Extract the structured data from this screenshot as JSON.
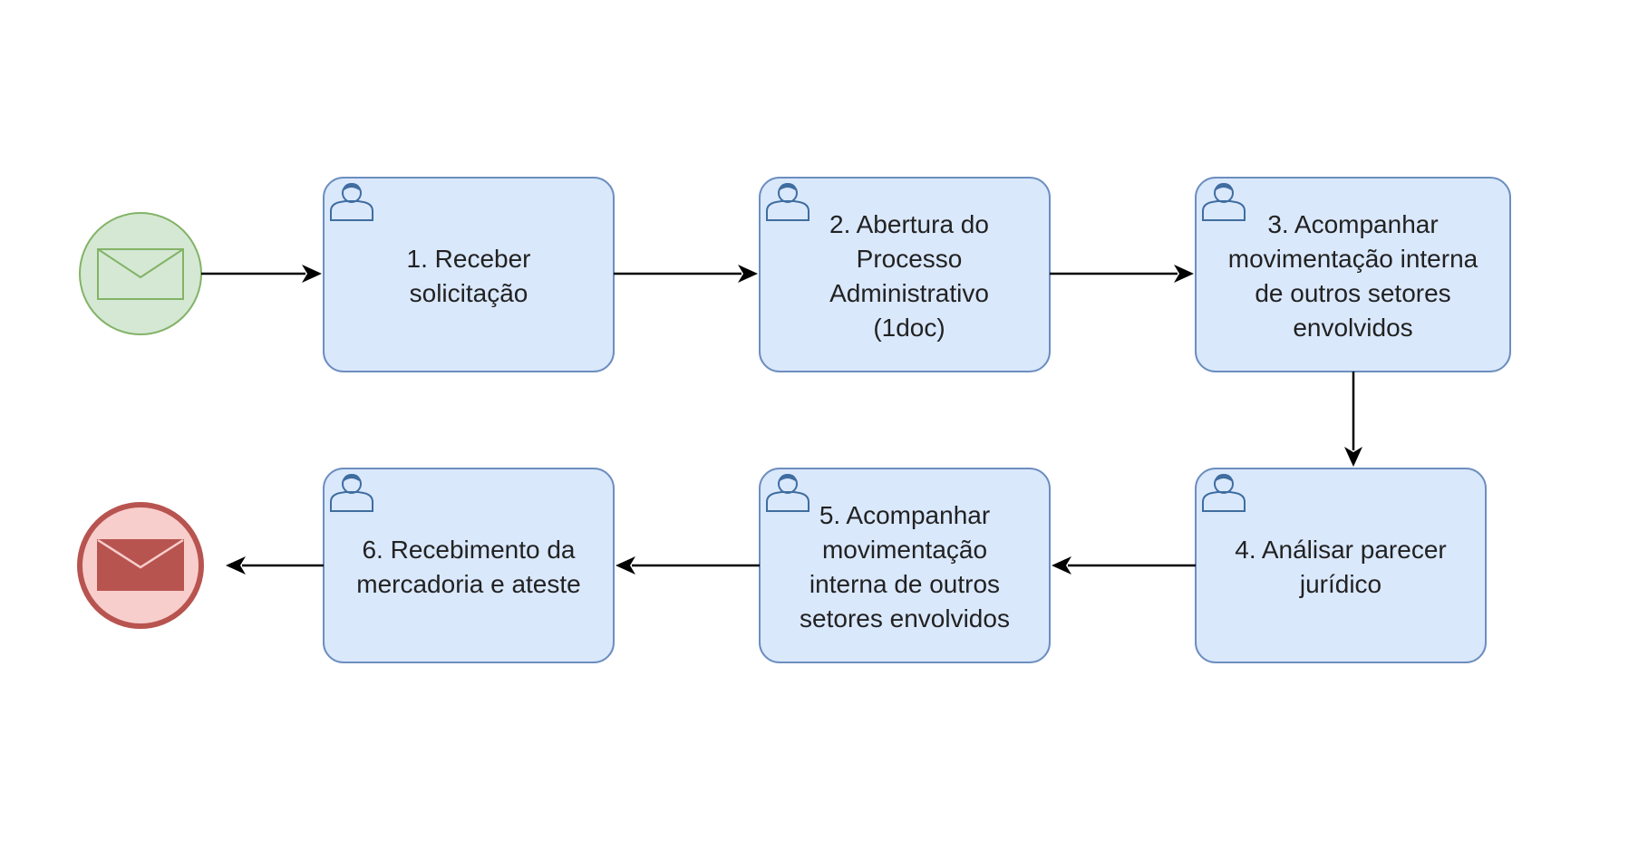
{
  "diagram": {
    "start_event": {
      "icon": "envelope-icon",
      "fill": "#d5e8d4",
      "stroke": "#82b366"
    },
    "end_event": {
      "icon": "envelope-icon",
      "fill": "#f8cecc",
      "stroke": "#b85450",
      "envelope_fill": "#b85450"
    },
    "task_fill": "#dae8fc",
    "task_stroke": "#6c8ebf",
    "tasks": [
      {
        "id": "task-1",
        "label": "1. Receber solicitação",
        "icon": "user-icon"
      },
      {
        "id": "task-2",
        "label": "2. Abertura do Processo Administrativo (1doc)",
        "icon": "user-icon"
      },
      {
        "id": "task-3",
        "label": "3. Acompanhar movimentação interna de outros setores envolvidos",
        "icon": "user-icon"
      },
      {
        "id": "task-4",
        "label": "4. Análisar parecer jurídico",
        "icon": "user-icon"
      },
      {
        "id": "task-5",
        "label": "5. Acompanhar movimentação interna de outros setores envolvidos",
        "icon": "user-icon"
      },
      {
        "id": "task-6",
        "label": "6. Recebimento da mercadoria e ateste",
        "icon": "user-icon"
      }
    ],
    "flows": [
      {
        "from": "start",
        "to": "task-1"
      },
      {
        "from": "task-1",
        "to": "task-2"
      },
      {
        "from": "task-2",
        "to": "task-3"
      },
      {
        "from": "task-3",
        "to": "task-4"
      },
      {
        "from": "task-4",
        "to": "task-5"
      },
      {
        "from": "task-5",
        "to": "task-6"
      },
      {
        "from": "task-6",
        "to": "end"
      }
    ]
  }
}
